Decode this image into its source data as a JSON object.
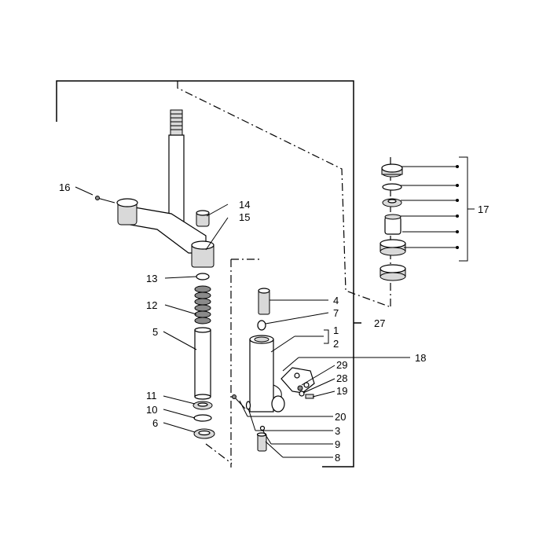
{
  "labels": {
    "l16": "16",
    "l14": "14",
    "l15": "15",
    "l13": "13",
    "l12": "12",
    "l5": "5",
    "l11": "11",
    "l10": "10",
    "l6": "6",
    "l4": "4",
    "l7": "7",
    "l1": "1",
    "l2": "2",
    "l27": "27",
    "l18": "18",
    "l29": "29",
    "l28": "28",
    "l19": "19",
    "l20": "20",
    "l3": "3",
    "l9": "9",
    "l8": "8",
    "l17": "17"
  }
}
